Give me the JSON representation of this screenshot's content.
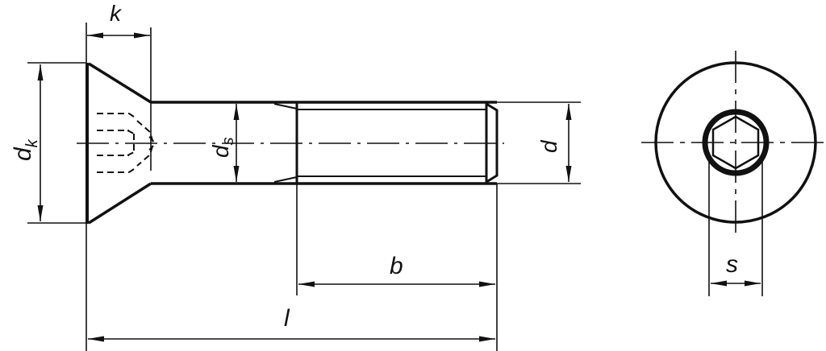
{
  "drawing": {
    "subject": "Countersunk hex socket screw",
    "views": [
      "side-view",
      "end-view"
    ],
    "line_color": "#111111",
    "background": "#ffffff"
  },
  "labels": {
    "k": "k",
    "dk": "d",
    "dk_sub": "k",
    "ds": "d",
    "ds_sub": "s",
    "d": "d",
    "b": "b",
    "l": "l",
    "s": "s"
  }
}
